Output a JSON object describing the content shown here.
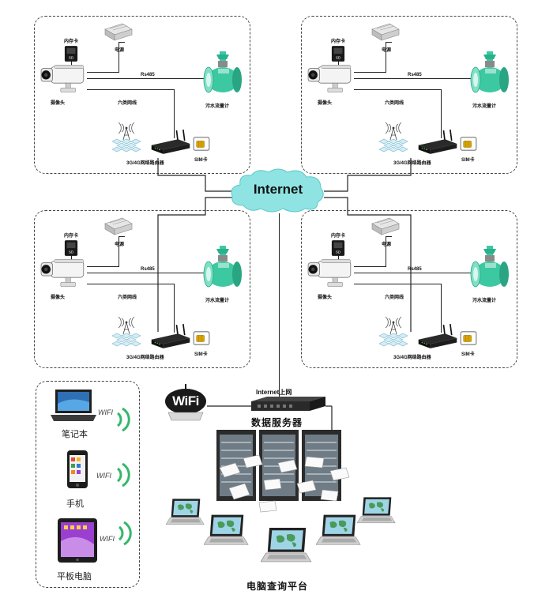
{
  "site_labels": {
    "memory_card": "内存卡",
    "power": "电源",
    "rs485": "Rs485",
    "camera": "摄像头",
    "network_cable": "六类网线",
    "flowmeter": "污水流量计",
    "router": "3G/4G网络路由器",
    "sim": "SIM卡"
  },
  "internet": {
    "label": "Internet"
  },
  "server": {
    "uplink_label": "Internet上网",
    "title": "数据服务器"
  },
  "wifi_router": {
    "text": "WiFi"
  },
  "platform": {
    "label": "电脑查询平台"
  },
  "clients": [
    {
      "name": "笔记本",
      "wifi": "WIFI"
    },
    {
      "name": "手机",
      "wifi": "WIFI"
    },
    {
      "name": "平板电脑",
      "wifi": "WIFI"
    }
  ],
  "colors": {
    "cloud": "#8fe3e3",
    "flowmeter": "#3cc9a2",
    "wifi_arc": "#35b76a",
    "tablet_screen": "#9b3fd0"
  }
}
